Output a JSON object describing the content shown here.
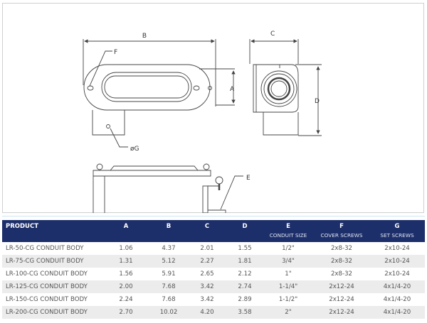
{
  "drawing": {
    "labels": {
      "a": "A",
      "b": "B",
      "c": "C",
      "d": "D",
      "e": "E",
      "f": "F",
      "g": "øG"
    }
  },
  "table": {
    "headers": [
      {
        "label": "PRODUCT",
        "sub": ""
      },
      {
        "label": "A",
        "sub": ""
      },
      {
        "label": "B",
        "sub": ""
      },
      {
        "label": "C",
        "sub": ""
      },
      {
        "label": "D",
        "sub": ""
      },
      {
        "label": "E",
        "sub": "CONDUIT SIZE"
      },
      {
        "label": "F",
        "sub": "COVER SCREWS"
      },
      {
        "label": "G",
        "sub": "SET SCREWS"
      }
    ],
    "rows": [
      [
        "LR-50-CG CONDUIT BODY",
        "1.06",
        "4.37",
        "2.01",
        "1.55",
        "1/2\"",
        "2x8-32",
        "2x10-24"
      ],
      [
        "LR-75-CG CONDUIT BODY",
        "1.31",
        "5.12",
        "2.27",
        "1.81",
        "3/4\"",
        "2x8-32",
        "2x10-24"
      ],
      [
        "LR-100-CG CONDUIT BODY",
        "1.56",
        "5.91",
        "2.65",
        "2.12",
        "1\"",
        "2x8-32",
        "2x10-24"
      ],
      [
        "LR-125-CG CONDUIT BODY",
        "2.00",
        "7.68",
        "3.42",
        "2.74",
        "1-1/4\"",
        "2x12-24",
        "4x1/4-20"
      ],
      [
        "LR-150-CG CONDUIT BODY",
        "2.24",
        "7.68",
        "3.42",
        "2.89",
        "1-1/2\"",
        "2x12-24",
        "4x1/4-20"
      ],
      [
        "LR-200-CG CONDUIT BODY",
        "2.70",
        "10.02",
        "4.20",
        "3.58",
        "2\"",
        "2x12-24",
        "4x1/4-20"
      ]
    ]
  }
}
